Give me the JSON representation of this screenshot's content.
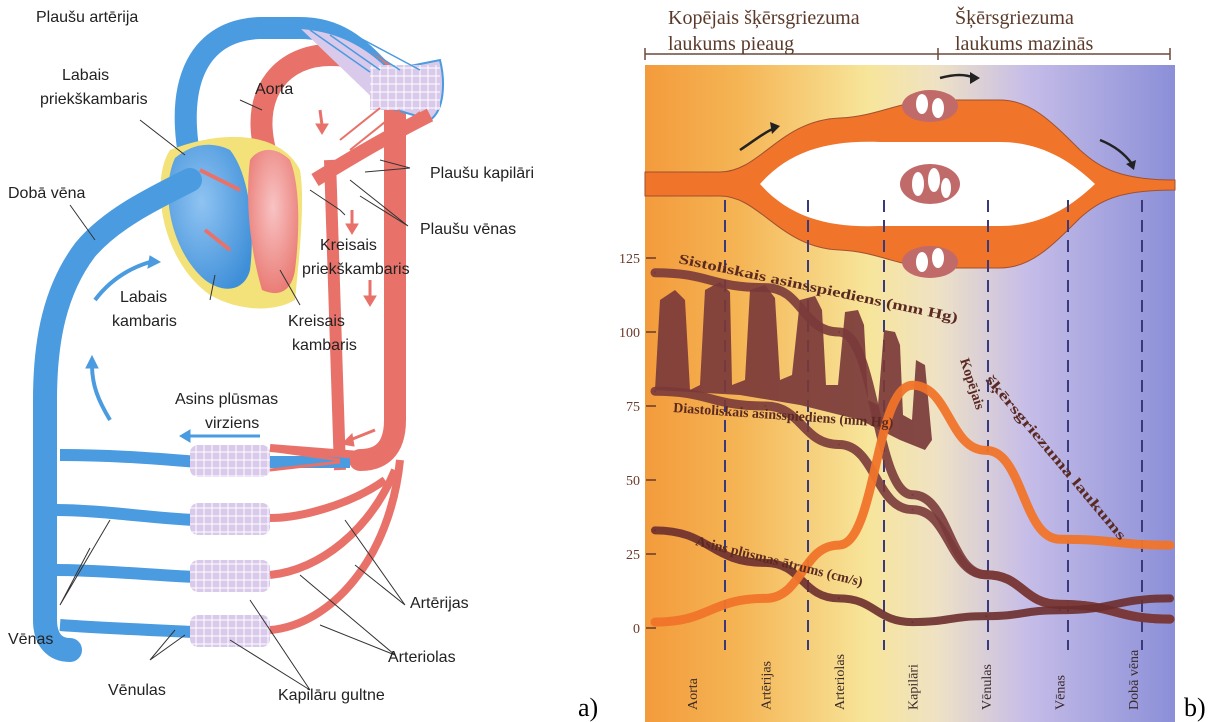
{
  "panel_a": {
    "letter": "a)",
    "labels": {
      "pulmonary_artery": "Plaušu artērija",
      "right_atrium_1": "Labais",
      "right_atrium_2": "priekškambaris",
      "aorta": "Aorta",
      "pulmonary_capillaries": "Plaušu kapilāri",
      "vena_cava": "Dobā vēna",
      "pulmonary_veins": "Plaušu vēnas",
      "left_atrium_1": "Kreisais",
      "left_atrium_2": "priekškambaris",
      "right_ventricle_1": "Labais",
      "right_ventricle_2": "kambaris",
      "left_ventricle_1": "Kreisais",
      "left_ventricle_2": "kambaris",
      "flow_direction_1": "Asins plūsmas",
      "flow_direction_2": "virziens",
      "arteries": "Artērijas",
      "veins": "Vēnas",
      "arterioles": "Arteriolas",
      "venules": "Vēnulas",
      "capillary_bed": "Kapilāru gultne"
    },
    "colors": {
      "venous": "#4a9be0",
      "arterial": "#e8726a",
      "capillary": "#c9b3dd",
      "heart_fat": "#f3e27a"
    }
  },
  "panel_b": {
    "letter": "b)",
    "header_left_1": "Kopējais šķērsgriezuma",
    "header_left_2": "laukums pieaug",
    "header_right_1": "Šķērsgriezuma",
    "header_right_2": "laukums mazinās",
    "curves": {
      "systolic": "Sistoliskais asinsspiediens (mm Hg)",
      "diastolic": "Diastoliskais asinsspiediens (mm Hg)",
      "velocity": "Asins plūsmas ātrums (cm/s)",
      "area_1": "Kopējais",
      "area_2": "šķērsgriezuma laukums"
    },
    "vessels": [
      "Aorta",
      "Artērijas",
      "Arteriolas",
      "Kapilāri",
      "Vēnulas",
      "Vēnas",
      "Dobā vēna"
    ],
    "colors": {
      "pressure": "#7a3a3a",
      "velocity": "#6b2e2e",
      "area": "#f0742a"
    }
  },
  "chart_data": {
    "type": "line",
    "categories": [
      "Aorta",
      "Artērijas",
      "Arteriolas",
      "Kapilāri",
      "Vēnulas",
      "Vēnas",
      "Dobā vēna"
    ],
    "y_ticks": [
      0,
      25,
      50,
      75,
      100,
      125
    ],
    "ylim": [
      0,
      125
    ],
    "series": [
      {
        "name": "Sistoliskais asinsspiediens (mm Hg)",
        "values": [
          120,
          115,
          100,
          45,
          18,
          8,
          3
        ]
      },
      {
        "name": "Diastoliskais asinsspiediens (mm Hg)",
        "values": [
          80,
          75,
          62,
          40,
          18,
          8,
          3
        ]
      },
      {
        "name": "Asins plūsmas ātrums (cm/s)",
        "values": [
          33,
          22,
          10,
          2,
          4,
          6,
          10
        ]
      },
      {
        "name": "Kopējais šķērsgriezuma laukums",
        "values": [
          2,
          10,
          28,
          82,
          60,
          30,
          28
        ]
      }
    ]
  }
}
